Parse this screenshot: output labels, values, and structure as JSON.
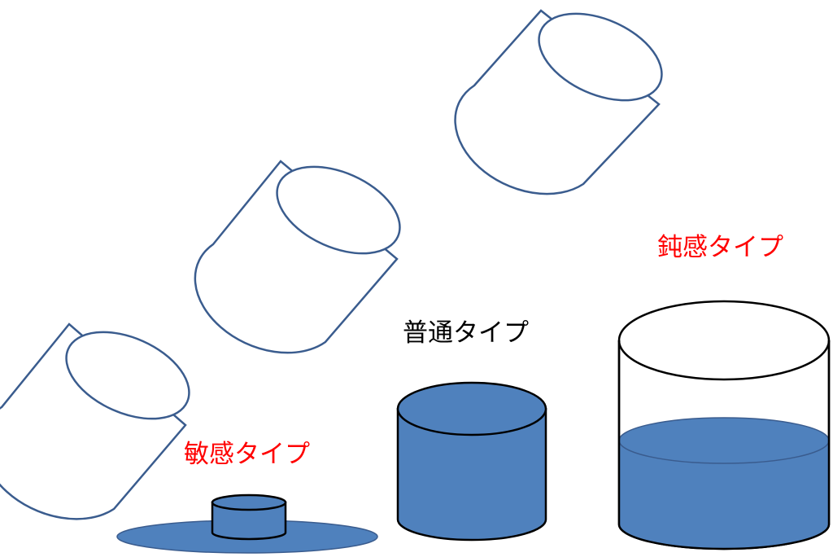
{
  "labels": {
    "sensitive": "敏感タイプ",
    "normal": "普通タイプ",
    "dull": "鈍感タイプ"
  },
  "colors": {
    "outline": "#3A5C8E",
    "fill": "#4F81BD",
    "black": "#000000",
    "red": "#FF0000",
    "white": "#FFFFFF"
  }
}
